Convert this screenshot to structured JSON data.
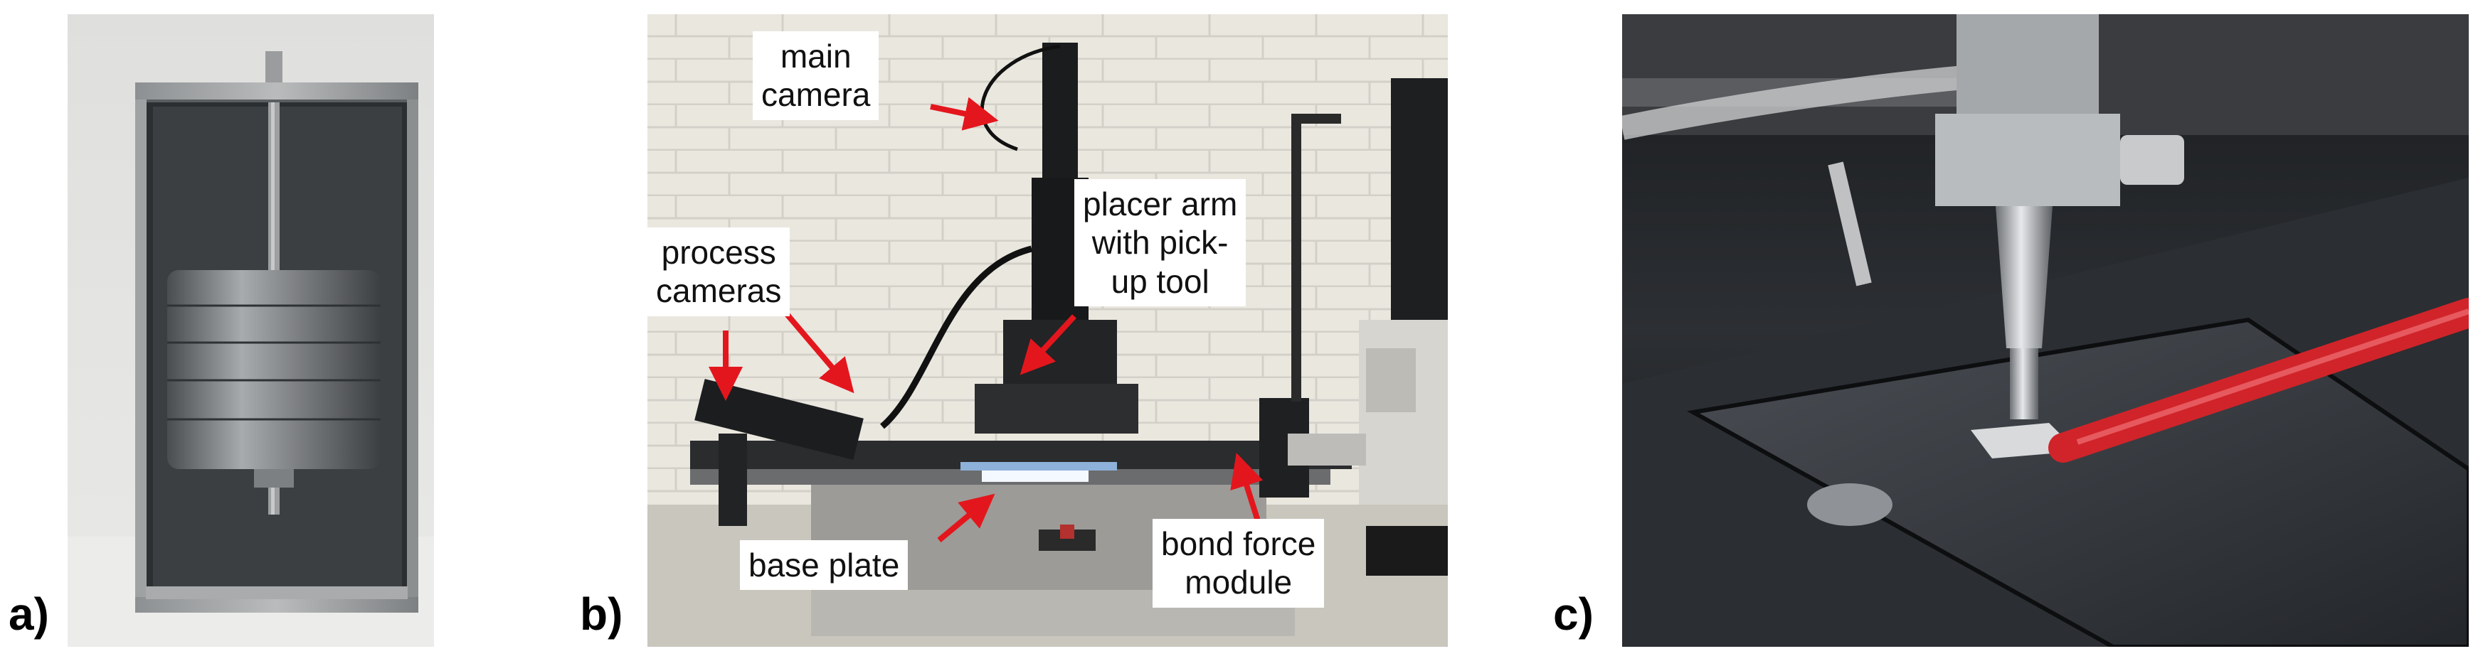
{
  "figure": {
    "panels": [
      {
        "id": "a",
        "label": "a)",
        "subject": "weight-stack-fixture-photo"
      },
      {
        "id": "b",
        "label": "b)",
        "subject": "bonding-station-photo",
        "callouts": {
          "main_camera": [
            "main",
            "camera"
          ],
          "placer_arm": [
            "placer arm",
            "with pick-",
            "up tool"
          ],
          "process_cameras": [
            "process",
            "cameras"
          ],
          "base_plate": [
            "base plate"
          ],
          "bond_force": [
            "bond force",
            "module"
          ]
        }
      },
      {
        "id": "c",
        "label": "c)",
        "subject": "pick-up-tool-closeup-photo"
      }
    ],
    "colors": {
      "arrow": "#e4161d",
      "callout_bg": "#ffffff",
      "label": "#000000"
    }
  }
}
